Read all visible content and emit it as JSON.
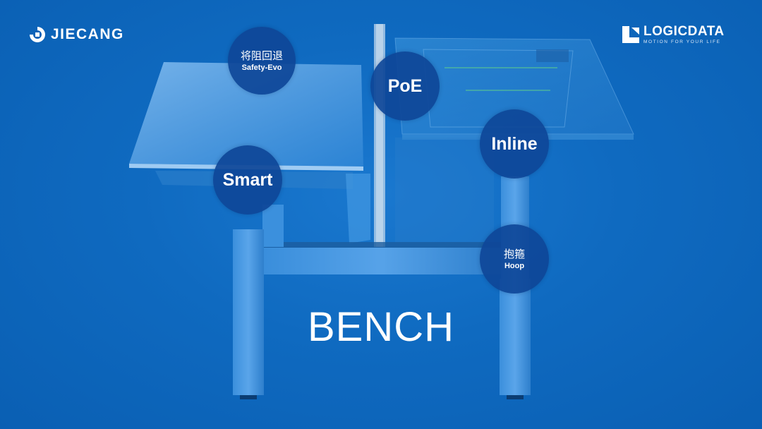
{
  "brand_left": {
    "name": "JIECANG",
    "icon": "jiecang-logo-icon"
  },
  "brand_right": {
    "name": "LOGICDATA",
    "tagline": "MOTION FOR YOUR LIFE",
    "icon": "logicdata-logo-icon"
  },
  "bubbles": [
    {
      "cn": "将阻回退",
      "label": "Safety-Evo"
    },
    {
      "label": "PoE"
    },
    {
      "label": "Inline"
    },
    {
      "label": "Smart"
    },
    {
      "cn": "抱箍",
      "label": "Hoop"
    }
  ],
  "title": "BENCH",
  "colors": {
    "background": "#0f6ac0",
    "bubble": "#0e4698",
    "text": "#ffffff"
  }
}
